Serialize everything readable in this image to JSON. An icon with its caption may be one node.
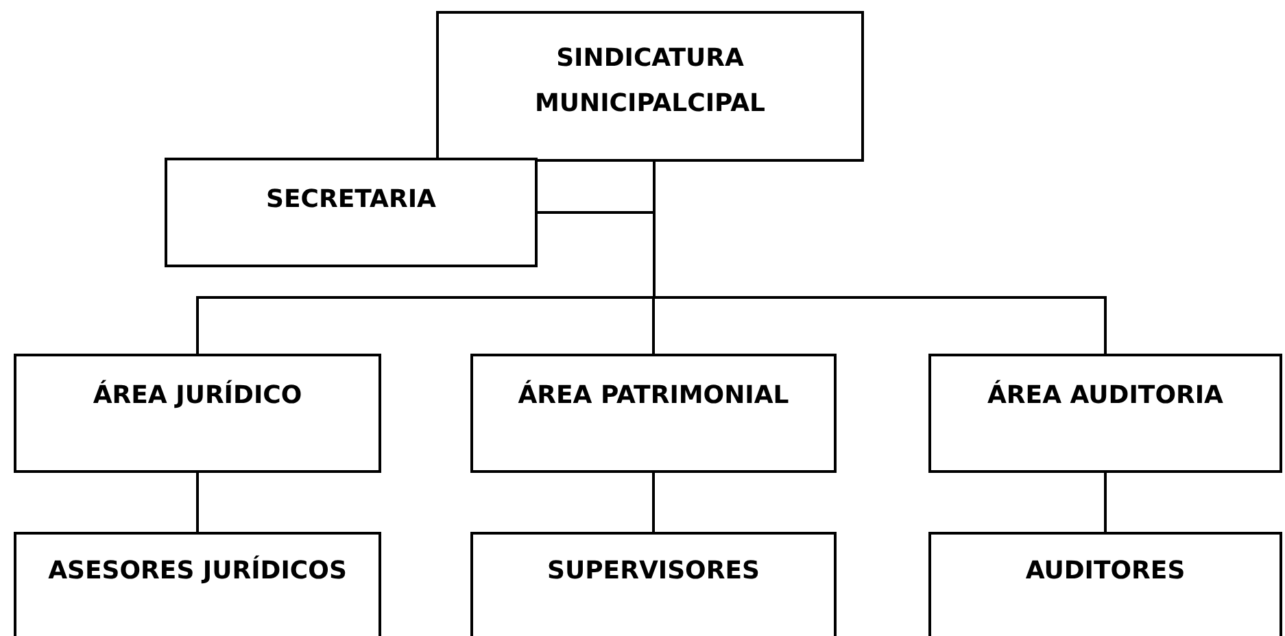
{
  "diagram": {
    "nodes": [
      {
        "text": [
          "SINDICATURA MUNICIPALCIPAL"
        ]
      },
      {
        "text": [
          "SECRETARIA"
        ]
      },
      {
        "text": [
          "ÁREA JURÍDICO"
        ]
      },
      {
        "text": [
          "ÁREA PATRIMONIAL"
        ]
      },
      {
        "text": [
          "ÁREA AUDITORIA"
        ]
      },
      {
        "text": [
          "ASESORES JURÍDICOS"
        ]
      },
      {
        "text": [
          "SUPERVISORES"
        ]
      },
      {
        "text": [
          "AUDITORES"
        ]
      }
    ],
    "edges": [
      {
        "from": 0,
        "to": 1,
        "arrow": "none"
      },
      {
        "from": 0,
        "to": 2,
        "arrow": "none"
      },
      {
        "from": 0,
        "to": 3,
        "arrow": "none"
      },
      {
        "from": 0,
        "to": 4,
        "arrow": "none"
      },
      {
        "from": 2,
        "to": 5,
        "arrow": "none"
      },
      {
        "from": 3,
        "to": 6,
        "arrow": "none"
      },
      {
        "from": 4,
        "to": 7,
        "arrow": "none"
      }
    ]
  }
}
